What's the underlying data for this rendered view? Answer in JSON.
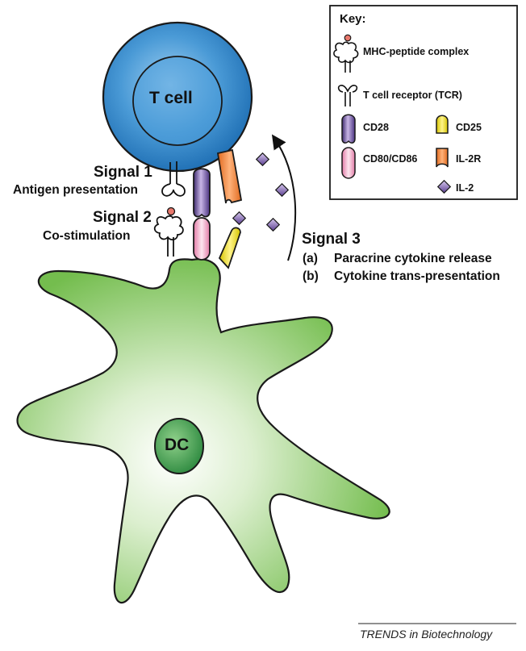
{
  "cells": {
    "t_cell_label": "T cell",
    "dc_label": "DC"
  },
  "signals": {
    "signal1_title": "Signal 1",
    "signal1_desc": "Antigen presentation",
    "signal2_title": "Signal 2",
    "signal2_desc": "Co-stimulation",
    "signal3_title": "Signal 3",
    "signal3_a_marker": "(a)",
    "signal3_a_text": "Paracrine cytokine release",
    "signal3_b_marker": "(b)",
    "signal3_b_text": "Cytokine trans-presentation"
  },
  "key": {
    "title": "Key:",
    "items": [
      {
        "label": "MHC-peptide complex",
        "icon": "mhc-peptide-icon"
      },
      {
        "label": "T cell receptor (TCR)",
        "icon": "tcr-icon"
      },
      {
        "label": "CD28",
        "icon": "cd28-icon",
        "color": "#6b4c9a"
      },
      {
        "label": "CD25",
        "icon": "cd25-icon",
        "color": "#f2e21c"
      },
      {
        "label": "CD80/CD86",
        "icon": "cd80-icon",
        "color": "#f2a9c4"
      },
      {
        "label": "IL-2R",
        "icon": "il2r-icon",
        "color": "#f08a3c"
      },
      {
        "label": "IL-2",
        "icon": "il2-icon",
        "color": "#7b5ea8"
      }
    ]
  },
  "footer": "TRENDS in Biotechnology",
  "colors": {
    "t_cell_blue": "#2f86c8",
    "dc_green": "#7fc15a",
    "dc_nucleus": "#3f9a4e",
    "mhc_dot": "#e8786c"
  }
}
